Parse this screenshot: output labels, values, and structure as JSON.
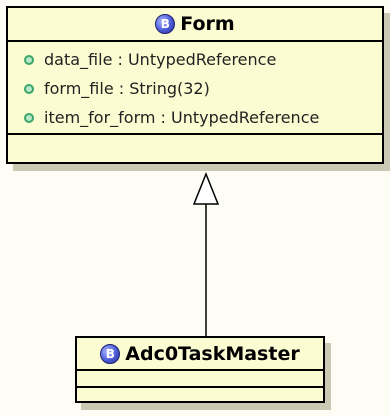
{
  "classes": {
    "form": {
      "name": "Form",
      "badge": "B",
      "attributes": [
        "data_file : UntypedReference",
        "form_file : String(32)",
        "item_for_form : UntypedReference"
      ]
    },
    "task_master": {
      "name": "Adc0TaskMaster",
      "badge": "B"
    }
  },
  "relationship": {
    "type": "generalization",
    "from": "Adc0TaskMaster",
    "to": "Form"
  },
  "colors": {
    "class_fill": "#fcfcd2",
    "shadow": "#c9c9b4",
    "attribute_dot": "#3aa66a",
    "badge": "#4b5bd6"
  }
}
